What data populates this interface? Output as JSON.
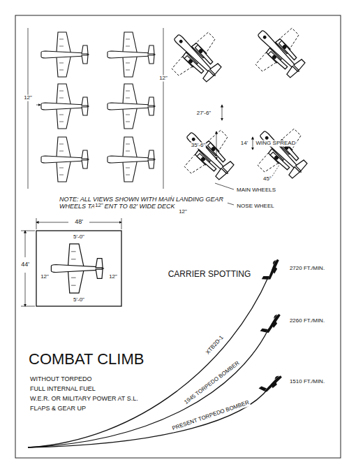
{
  "diagram": {
    "labels": [
      "NOTE: ALL VIEWS SHOWN WITH MAIN LANDING GEAR WHEELS TANGENT TO 82' WIDE DECK",
      "12\"",
      "12\"",
      "12\"",
      "27'-6\"",
      "35'-6\"",
      "14'",
      "WING SPREAD",
      "45°",
      "12\"",
      "MAIN WHEELS",
      "NOSE WHEEL",
      "48'",
      "5'-0\"",
      "44'",
      "12\"",
      "12\"",
      "5'-0\"",
      "CARRIER SPOTTING",
      "COMBAT CLIMB",
      "WITHOUT TORPEDO",
      "FULL INTERNAL FUEL",
      "W.E.R. OR MILITARY POWER AT S.L.",
      "FLAPS & GEAR UP",
      "2720 FT./MIN.",
      "2260 FT./MIN.",
      "1510 FT./MIN.",
      "XTB2D-1",
      "1945 TORPEDO BOMBER",
      "PRESENT TORPEDO BOMBER"
    ]
  }
}
